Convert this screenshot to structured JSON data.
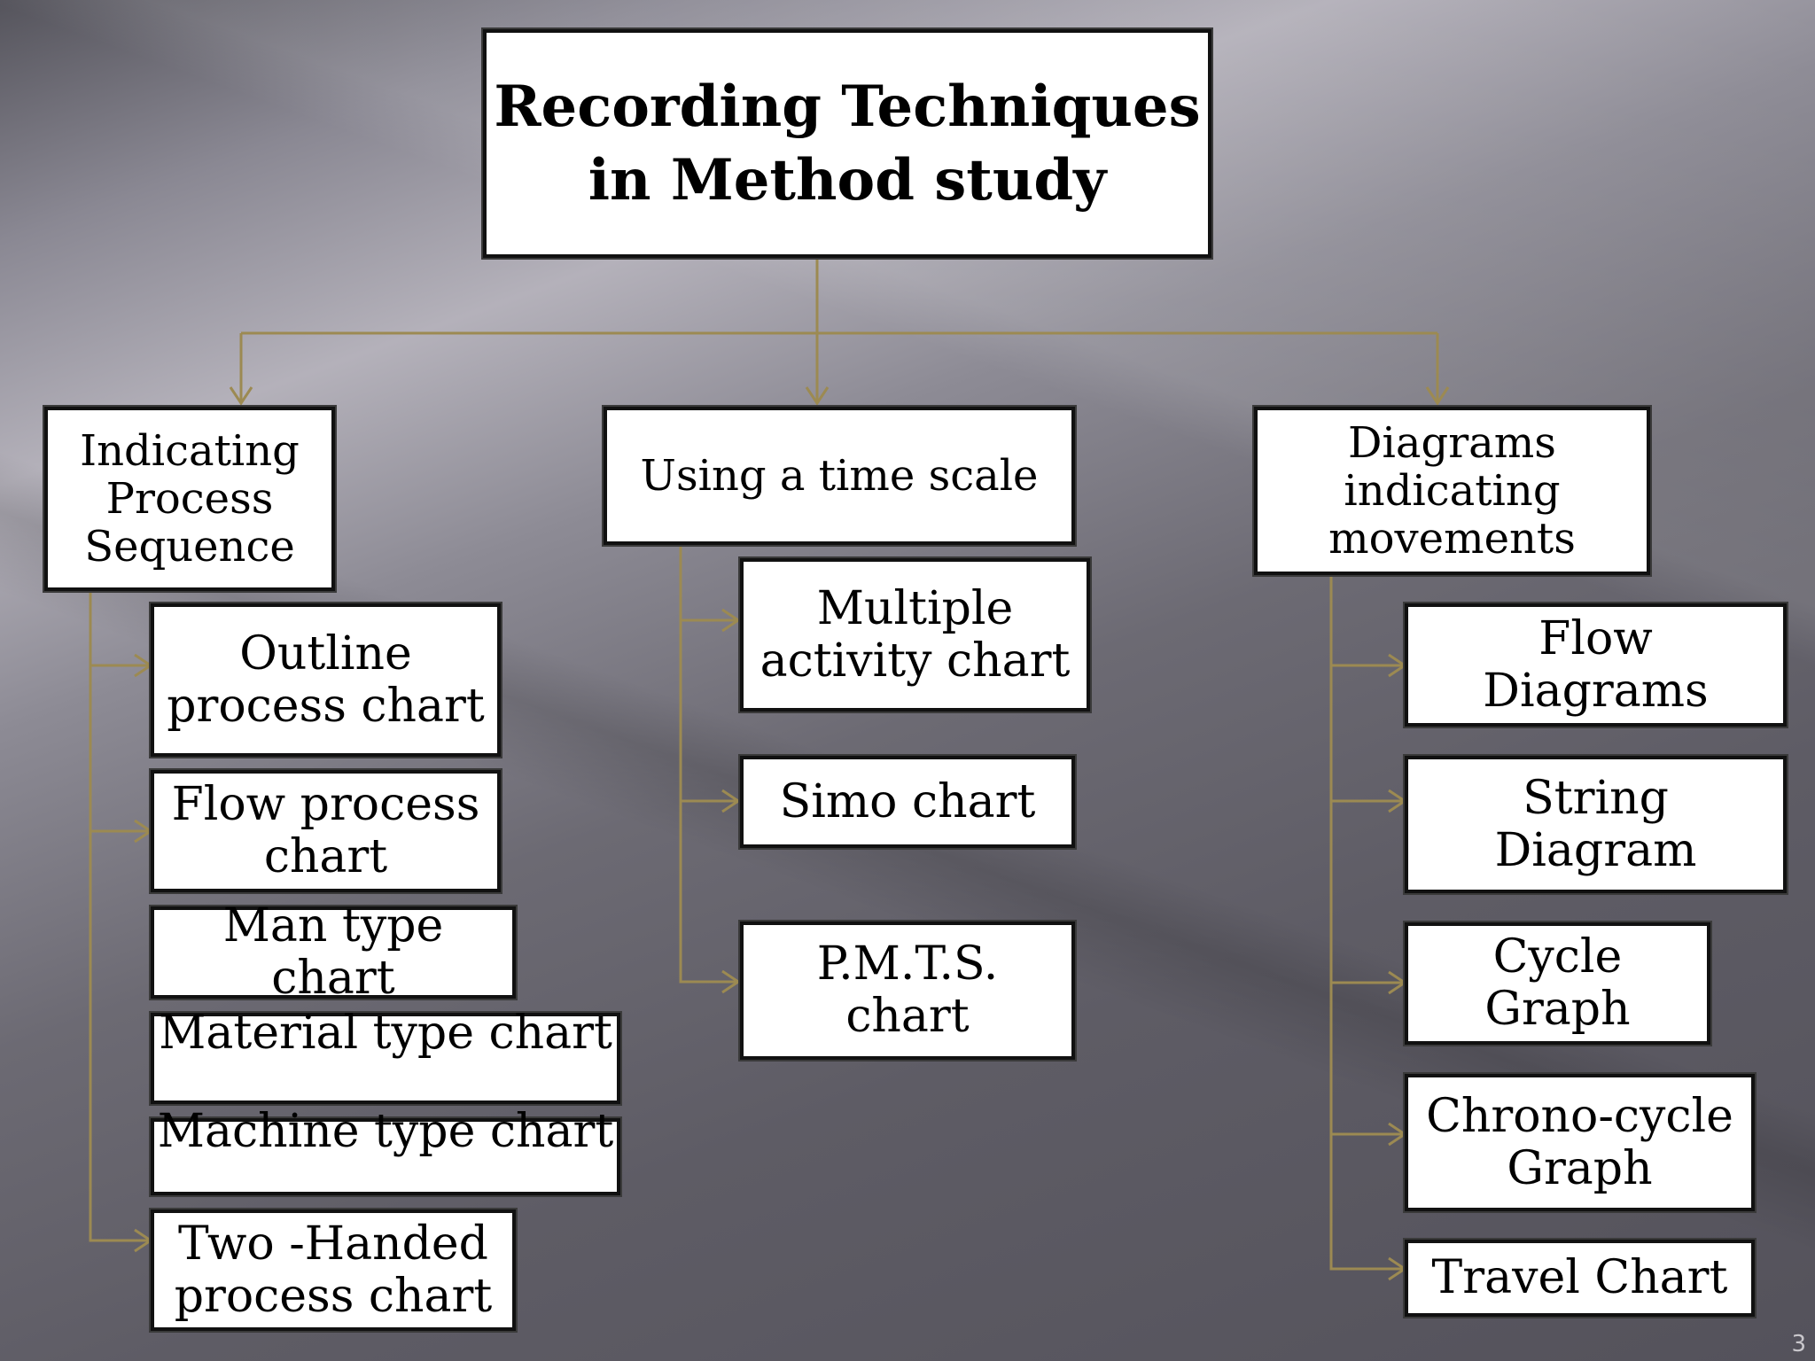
{
  "title": "Recording Techniques\nin Method study",
  "categories": [
    {
      "label": "Indicating\nProcess\nSequence",
      "children": [
        "Outline\nprocess chart",
        "Flow process\nchart",
        "Man type\nchart",
        "Material type chart",
        "Machine type chart",
        "Two -Handed\nprocess chart"
      ]
    },
    {
      "label": "Using a time scale",
      "children": [
        "Multiple\nactivity  chart",
        "Simo chart",
        "P.M.T.S.\nchart"
      ]
    },
    {
      "label": "Diagrams\nindicating\nmovements",
      "children": [
        "Flow\nDiagrams",
        "String\nDiagram",
        "Cycle\nGraph",
        "Chrono-cycle\nGraph",
        "Travel Chart"
      ]
    }
  ],
  "slide_number": "3",
  "colors": {
    "connector": "#9c8a52",
    "box_fill": "#ffffff",
    "box_border": "#111111"
  }
}
